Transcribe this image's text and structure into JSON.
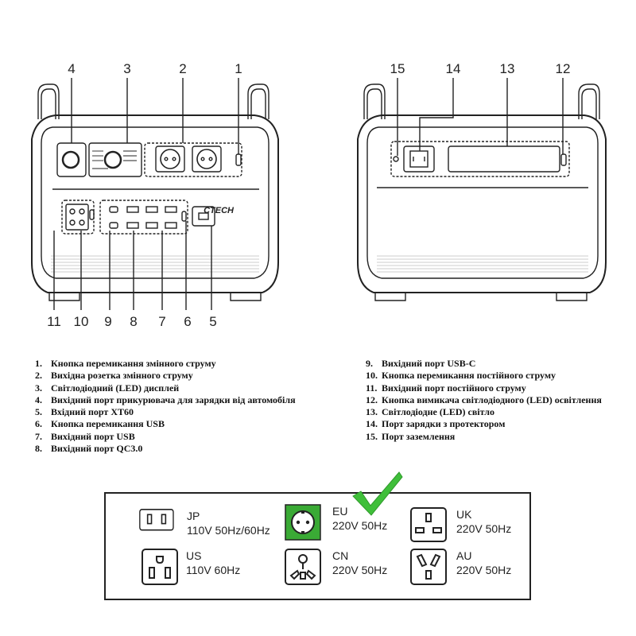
{
  "callouts": {
    "front": [
      "4",
      "3",
      "2",
      "1"
    ],
    "back_top": [
      "15",
      "14",
      "13",
      "12"
    ],
    "front_bottom": [
      "11",
      "10",
      "9",
      "8",
      "7",
      "6",
      "5"
    ]
  },
  "device_text": {
    "brand": "CTECH"
  },
  "legend_left": [
    {
      "n": "1.",
      "text": "Кнопка перемикання змінного струму"
    },
    {
      "n": "2.",
      "text": "Вихідна розетка змінного струму"
    },
    {
      "n": "3.",
      "text": "Світлодіодний (LED) дисплей"
    },
    {
      "n": "4.",
      "text": "Вихідний порт прикурювача для зарядки від автомобіля"
    },
    {
      "n": "5.",
      "text": "Вхідний порт XT60"
    },
    {
      "n": "6.",
      "text": "Кнопка перемикання USB"
    },
    {
      "n": "7.",
      "text": "Вихідний порт USB"
    },
    {
      "n": "8.",
      "text": "Вихідний порт QC3.0"
    }
  ],
  "legend_right": [
    {
      "n": "9.",
      "text": "Вихідний порт USB-C"
    },
    {
      "n": "10.",
      "text": "Кнопка перемикання постійного струму"
    },
    {
      "n": "11.",
      "text": "Вихідний порт постійного струму"
    },
    {
      "n": "12.",
      "text": "Кнопка вимикача світлодіодного (LED) освітлення"
    },
    {
      "n": "13.",
      "text": "Світлодіодне (LED) світло"
    },
    {
      "n": "14.",
      "text": "Порт зарядки з протектором"
    },
    {
      "n": "15.",
      "text": "Порт заземлення"
    }
  ],
  "plugs": [
    {
      "region": "JP",
      "spec": "110V 50Hz/60Hz",
      "icon": "jp-plug-icon"
    },
    {
      "region": "EU",
      "spec": "220V 50Hz",
      "icon": "eu-plug-icon",
      "selected": true
    },
    {
      "region": "UK",
      "spec": "220V 50Hz",
      "icon": "uk-plug-icon"
    },
    {
      "region": "US",
      "spec": "110V 60Hz",
      "icon": "us-plug-icon"
    },
    {
      "region": "CN",
      "spec": "220V 50Hz",
      "icon": "cn-plug-icon"
    },
    {
      "region": "AU",
      "spec": "220V 50Hz",
      "icon": "au-plug-icon"
    }
  ],
  "colors": {
    "selected_fill": "#3aaa35",
    "checkmark": "#3fbf3a",
    "line": "#222222"
  }
}
